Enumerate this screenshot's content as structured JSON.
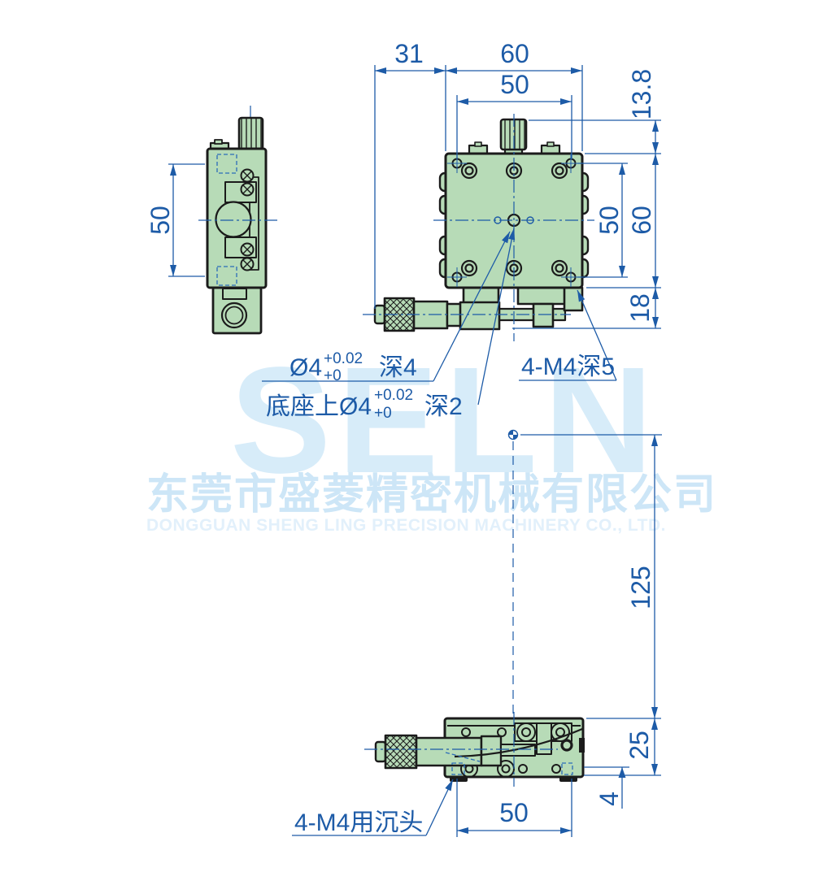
{
  "drawing": {
    "title": "XY precision stage dimensioned drawing",
    "dims": {
      "d31": "31",
      "d60_top": "60",
      "d50_top": "50",
      "d13_8": "13.8",
      "d50_right": "50",
      "d60_right": "60",
      "d18": "18",
      "d50_left": "50",
      "d125": "125",
      "d25": "25",
      "d4": "4",
      "d50_bottom": "50"
    },
    "annotations": {
      "hole_top_prefix": "Ø4",
      "hole_top_tol_upper": "+0.02",
      "hole_top_tol_lower": "+0",
      "hole_top_suffix": "深4",
      "hole_base_prefix": "底座上Ø4",
      "hole_base_tol_upper": "+0.02",
      "hole_base_tol_lower": "+0",
      "hole_base_suffix": "深2",
      "corner_holes": "4-M4深5",
      "countersunk": "4-M4用沉头"
    },
    "watermark": {
      "logo": "SELN",
      "company_cn": "东莞市盛菱精密机械有限公司",
      "company_en": "DONGGUAN SHENG LING PRECISION MACHINERY CO., LTD."
    },
    "colors": {
      "dim_blue": "#1d5ba7",
      "part_green": "#b7dbb7",
      "outline_black": "#1b1b1b",
      "watermark_logo": "#d7ecf9",
      "watermark_cn": "#cde6f7",
      "watermark_en": "#e2f0fb"
    }
  }
}
